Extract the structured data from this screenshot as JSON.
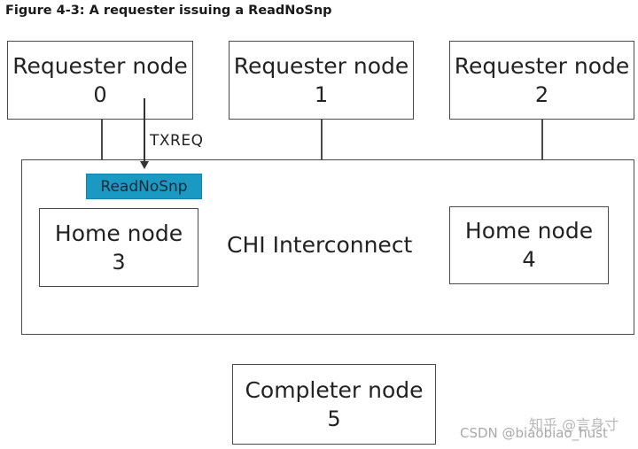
{
  "figure_title": "Figure 4-3: A requester issuing a ReadNoSnp",
  "requesters": [
    {
      "label": "Requester node",
      "id": "0"
    },
    {
      "label": "Requester node",
      "id": "1"
    },
    {
      "label": "Requester node",
      "id": "2"
    }
  ],
  "home_nodes": [
    {
      "label": "Home node",
      "id": "3"
    },
    {
      "label": "Home node",
      "id": "4"
    }
  ],
  "interconnect_label": "CHI Interconnect",
  "channel_label": "TXREQ",
  "message_label": "ReadNoSnp",
  "completer": {
    "label": "Completer node",
    "id": "5"
  },
  "watermark": {
    "line1": "知乎 @言身寸",
    "line2": "CSDN @biaobiao_hust"
  },
  "colors": {
    "message_fill": "#1a9ac3",
    "border": "#4a4a4a"
  }
}
